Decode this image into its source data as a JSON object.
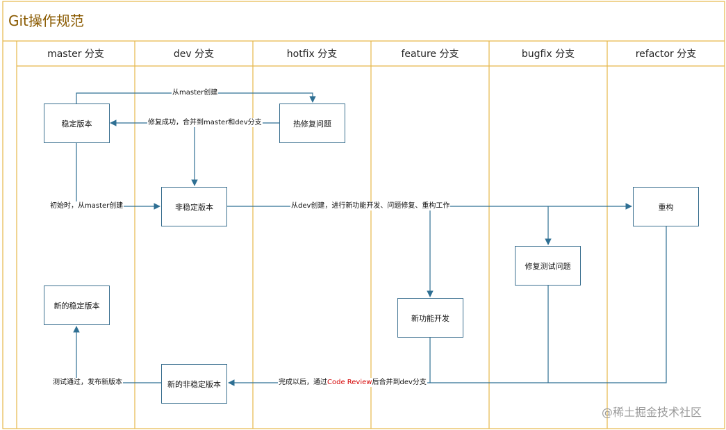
{
  "title": "Git操作规范",
  "lanes": [
    "master 分支",
    "dev 分支",
    "hotfix 分支",
    "feature 分支",
    "bugfix 分支",
    "refactor 分支"
  ],
  "nodes": {
    "stable": "稳定版本",
    "hotfix": "热修复问题",
    "unstable": "非稳定版本",
    "refactor": "重构",
    "bugfix": "修复测试问题",
    "new_stable": "新的稳定版本",
    "feature": "新功能开发",
    "new_unstable": "新的非稳定版本"
  },
  "edges": {
    "from_master": "从master创建",
    "fix_merge": "修复成功，合并到master和dev分支",
    "init": "初始时，从master创建",
    "from_dev": "从dev创建，进行新功能开发、问题修复、重构工作",
    "release": "测试通过，发布新版本",
    "done_merge_a": "完成以后，通过",
    "done_merge_red": "Code Review",
    "done_merge_b": "后合并到dev分支"
  },
  "watermark": "@稀土掘金技术社区",
  "colors": {
    "border": "#e6b84a",
    "line": "#2e6f93",
    "title": "#8a5a00",
    "highlight": "#d40000"
  }
}
